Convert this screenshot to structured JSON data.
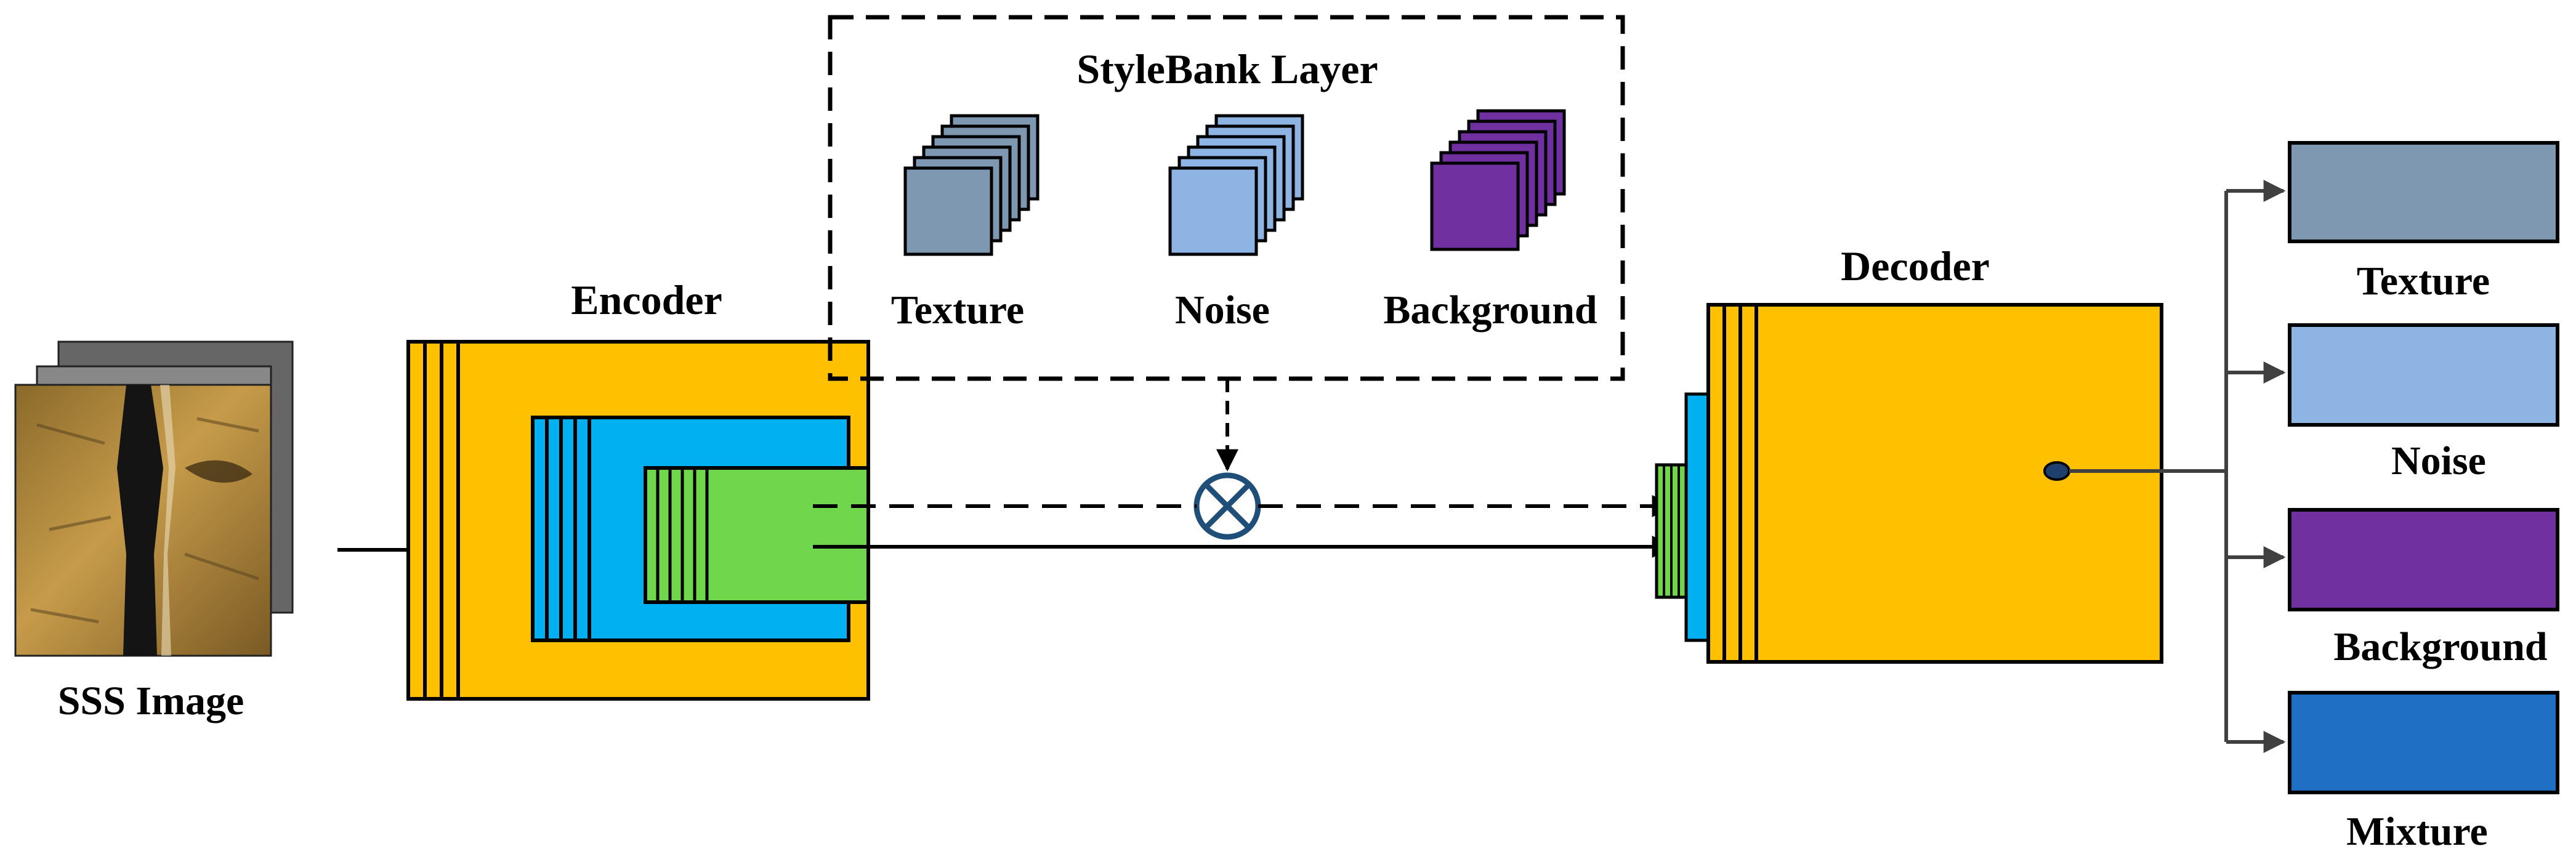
{
  "input": {
    "label": "SSS Image"
  },
  "encoder": {
    "label": "Encoder"
  },
  "decoder": {
    "label": "Decoder"
  },
  "stylebank": {
    "title": "StyleBank Layer",
    "banks": [
      {
        "label": "Texture",
        "color": "#7F98B2"
      },
      {
        "label": "Noise",
        "color": "#8DB4E2"
      },
      {
        "label": "Background",
        "color": "#7030A0"
      }
    ]
  },
  "outputs": [
    {
      "label": "Texture",
      "color": "#7F98B2"
    },
    {
      "label": "Noise",
      "color": "#8DB4E2"
    },
    {
      "label": "Background",
      "color": "#7030A0"
    },
    {
      "label": "Mixture",
      "color": "#1F6FC5"
    }
  ],
  "colors": {
    "encoder": "#FFC000",
    "middle": "#00B0F0",
    "inner": "#70D64B",
    "sonar": "#B08A3E"
  },
  "icons": {
    "combine": "circle-times-icon"
  }
}
